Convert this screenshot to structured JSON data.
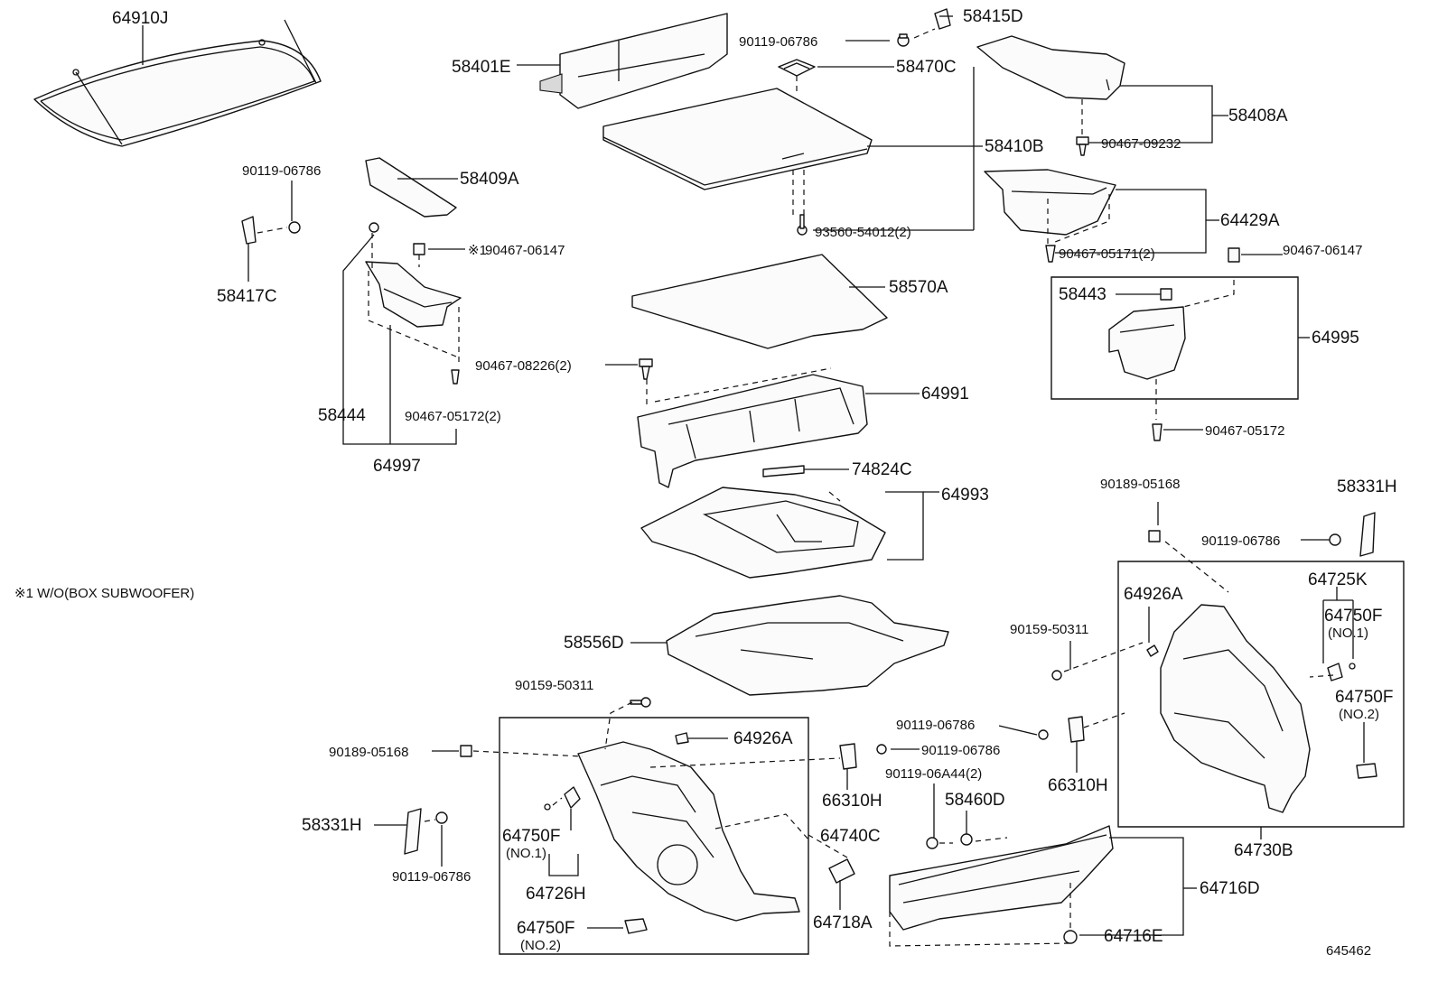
{
  "labels": {
    "l64910J": "64910J",
    "l58401E": "58401E",
    "l58415D": "58415D",
    "l90119_a": "90119-06786",
    "l58470C": "58470C",
    "l58408A": "58408A",
    "l90467_09232": "90467-09232",
    "l58410B": "58410B",
    "l90119_b": "90119-06786",
    "l58409A": "58409A",
    "l93560": "93560-54012(2)",
    "l64429A": "64429A",
    "l90467_05171": "90467-05171(2)",
    "l58417C": "58417C",
    "l90467_06147_a": "90467-06147",
    "l90467_06147_b": "90467-06147",
    "l58570A": "58570A",
    "l58443": "58443",
    "l64995": "64995",
    "l90467_08226": "90467-08226(2)",
    "l64991": "64991",
    "l58444": "58444",
    "l90467_05172_a": "90467-05172(2)",
    "l90467_05172_b": "90467-05172",
    "l64997": "64997",
    "l74824C": "74824C",
    "l64993": "64993",
    "l90189_a": "90189-05168",
    "l58331H_a": "58331H",
    "l90119_c": "90119-06786",
    "l64725K": "64725K",
    "l64926A_a": "64926A",
    "l64750F_a": "64750F",
    "l90159_a": "90159-50311",
    "l58556D": "58556D",
    "l90159_b": "90159-50311",
    "l64750F_b": "64750F",
    "l90189_b": "90189-05168",
    "l64926A_b": "64926A",
    "l90119_d": "90119-06786",
    "l90119_e": "90119-06786",
    "l66310H_a": "66310H",
    "l90119_06A44": "90119-06A44(2)",
    "l66310H_b": "66310H",
    "l58331H_b": "58331H",
    "l58460D": "58460D",
    "l64750F_c": "64750F",
    "l64740C": "64740C",
    "l90119_f": "90119-06786",
    "l64726H": "64726H",
    "l64718A": "64718A",
    "l64716D": "64716D",
    "l64750F_d": "64750F",
    "l64716E": "64716E",
    "l64730B": "64730B"
  },
  "notes": {
    "footnote": "※1 W/O(BOX SUBWOOFER)",
    "mark": "※1",
    "no1_a": "(NO.1)",
    "no2_a": "(NO.2)",
    "no1_b": "(NO.1)",
    "no2_b": "(NO.2)",
    "diagram_id": "645462"
  }
}
